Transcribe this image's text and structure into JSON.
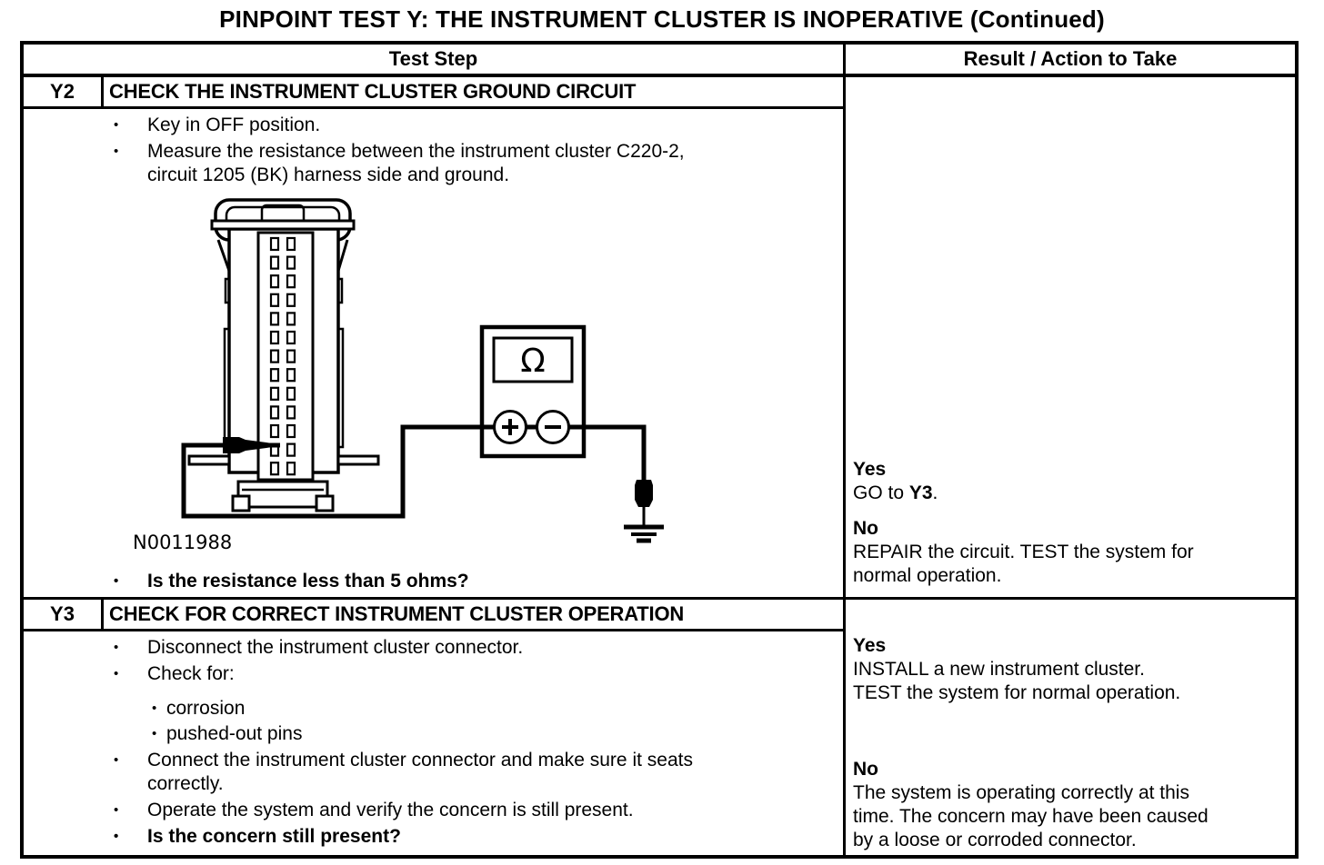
{
  "page_title": "PINPOINT TEST Y: THE INSTRUMENT CLUSTER IS INOPERATIVE (Continued)",
  "table": {
    "header": {
      "test_step": "Test Step",
      "result": "Result / Action to Take"
    },
    "rows": [
      {
        "id": "Y2",
        "heading": "CHECK THE INSTRUMENT CLUSTER GROUND CIRCUIT",
        "steps": [
          {
            "lines": [
              "Key in OFF position."
            ]
          },
          {
            "lines": [
              "Measure the resistance between the instrument cluster C220-2,",
              "circuit 1205 (BK) harness side and ground."
            ]
          }
        ],
        "question": "Is the resistance less than 5 ohms?",
        "figure": {
          "label": "N0011988",
          "meter_symbol": "Ω"
        },
        "results": [
          {
            "answer": "Yes",
            "action_prefix": "GO to ",
            "action_link": "Y3",
            "action_suffix": "."
          },
          {
            "answer": "No",
            "lines": [
              "REPAIR the circuit. TEST the system for",
              "normal operation."
            ]
          }
        ]
      },
      {
        "id": "Y3",
        "heading": "CHECK FOR CORRECT INSTRUMENT CLUSTER OPERATION",
        "steps": [
          {
            "lines": [
              "Disconnect the instrument cluster connector."
            ]
          },
          {
            "lines": [
              "Check for:"
            ]
          },
          {
            "sub": true,
            "lines": [
              "corrosion"
            ]
          },
          {
            "sub": true,
            "lines": [
              "pushed-out pins"
            ]
          },
          {
            "lines": [
              "Connect the instrument cluster connector and make sure it seats",
              "correctly."
            ]
          },
          {
            "lines": [
              "Operate the system and verify the concern is still present."
            ]
          },
          {
            "bold": true,
            "lines": [
              "Is the concern still present?"
            ]
          }
        ],
        "results": [
          {
            "answer": "Yes",
            "lines": [
              "INSTALL a new instrument cluster.",
              "TEST the system for normal operation."
            ]
          },
          {
            "answer": "No",
            "lines": [
              "The system is operating correctly at this",
              "time. The concern may have been caused",
              "by a loose or corroded connector."
            ]
          }
        ]
      }
    ]
  }
}
